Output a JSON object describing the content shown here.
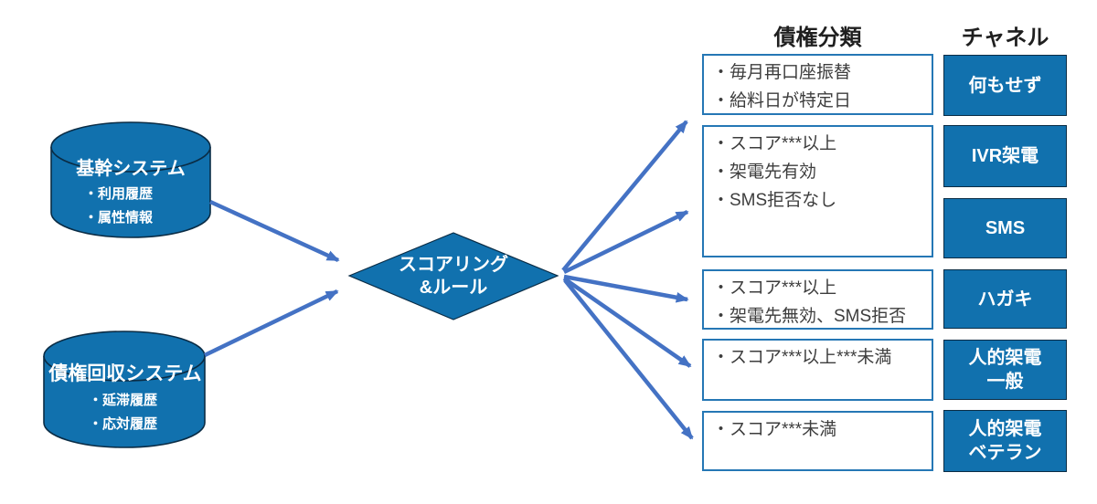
{
  "headers": {
    "classification": "債権分類",
    "channel": "チャネル"
  },
  "sources": [
    {
      "name": "基幹システム",
      "items": [
        "・利用履歴",
        "・属性情報"
      ]
    },
    {
      "name": "債権回収システム",
      "items": [
        "・延滞履歴",
        "・応対履歴"
      ]
    }
  ],
  "process": {
    "lines": [
      "スコアリング",
      "&ルール"
    ]
  },
  "classifications": [
    {
      "lines": [
        "・毎月再口座振替",
        "・給料日が特定日"
      ]
    },
    {
      "lines": [
        "・スコア***以上",
        "・架電先有効",
        "・SMS拒否なし"
      ]
    },
    {
      "lines": [
        "・スコア***以上",
        "・架電先無効、SMS拒否"
      ]
    },
    {
      "lines": [
        "・スコア***以上***未満"
      ]
    },
    {
      "lines": [
        "・スコア***未満"
      ]
    }
  ],
  "channels": [
    {
      "lines": [
        "何もせず"
      ]
    },
    {
      "lines": [
        "IVR架電"
      ]
    },
    {
      "lines": [
        "SMS"
      ]
    },
    {
      "lines": [
        "ハガキ"
      ]
    },
    {
      "lines": [
        "人的架電",
        "一般"
      ]
    },
    {
      "lines": [
        "人的架電",
        "ベテラン"
      ]
    }
  ],
  "colors": {
    "shape_fill": "#1171AE",
    "shape_outline": "#0a2c45",
    "arrow": "#4472C4",
    "box_border": "#2577B5",
    "box_text": "#3d3d3d",
    "header_text": "#1f1f1f",
    "shape_text": "#ffffff"
  }
}
